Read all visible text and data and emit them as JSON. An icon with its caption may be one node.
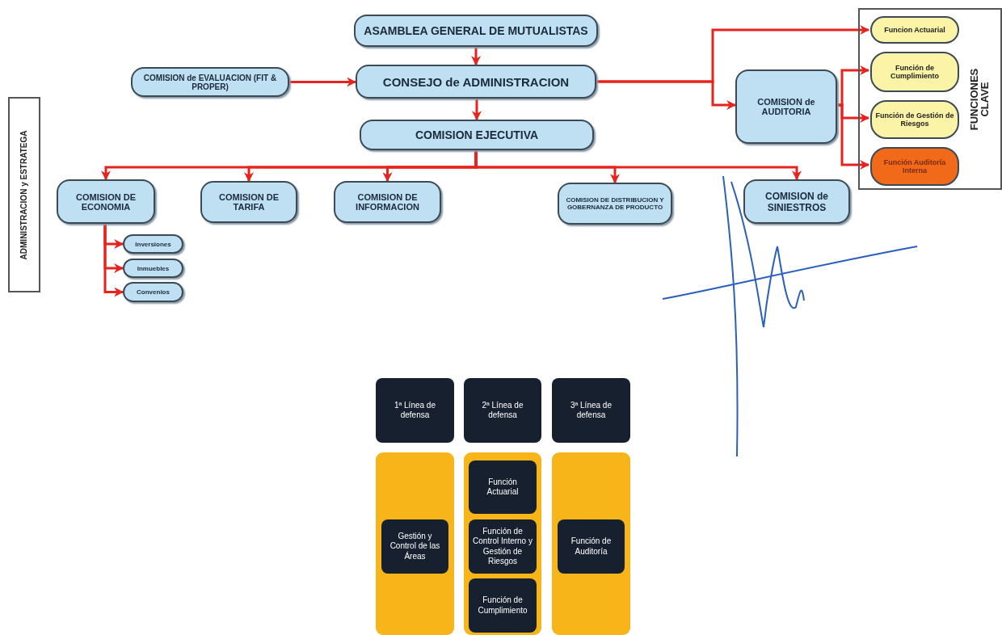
{
  "diagram": {
    "nodes": [
      {
        "text": [
          "ASAMBLEA GENERAL DE MUTUALISTAS"
        ]
      },
      {
        "text": [
          "COMISION de EVALUACION (FIT & PROPER)"
        ]
      },
      {
        "text": [
          "CONSEJO de ADMINISTRACION"
        ]
      },
      {
        "text": [
          "COMISION EJECUTIVA"
        ]
      },
      {
        "text": [
          "FUNCIONES CLAVE"
        ]
      },
      {
        "text": [
          "Funcion Actuarial"
        ],
        "in": 4
      },
      {
        "text": [
          "Función de Cumplimiento"
        ],
        "in": 4
      },
      {
        "text": [
          "Función de Gestión de Riesgos"
        ],
        "in": 4
      },
      {
        "text": [
          "Función Auditoría Interna"
        ],
        "in": 4
      },
      {
        "text": [
          "COMISION de AUDITORIA"
        ]
      },
      {
        "text": [
          "COMISION DE ECONOMIA"
        ]
      },
      {
        "text": [
          "COMISION DE TARIFA"
        ]
      },
      {
        "text": [
          "COMISION DE INFORMACION"
        ]
      },
      {
        "text": [
          "COMISION DE DISTRIBUCION Y GOBERNANZA DE PRODUCTO"
        ]
      },
      {
        "text": [
          "COMISION de SINIESTROS"
        ]
      },
      {
        "text": [
          "Inversiones"
        ]
      },
      {
        "text": [
          "Inmuebles"
        ]
      },
      {
        "text": [
          "Convenios"
        ]
      },
      {
        "text": [
          "ADMINISTRACION y ESTRATEGA"
        ]
      },
      {
        "text": [
          "1ª Línea de defensa"
        ]
      },
      {
        "text": [
          "2ª Línea de defensa"
        ]
      },
      {
        "text": [
          "3ª Línea de defensa"
        ]
      },
      {
        "text": [],
        "shape": "box"
      },
      {
        "text": [
          "Gestión y Control de las Áreas"
        ],
        "in": 22
      },
      {
        "text": [],
        "shape": "box"
      },
      {
        "text": [
          "Función Actuarial"
        ],
        "in": 24
      },
      {
        "text": [
          "Función de Control Interno y Gestión de Riesgos"
        ],
        "in": 24
      },
      {
        "text": [
          "Función de Cumplimiento"
        ],
        "in": 24
      },
      {
        "text": [],
        "shape": "box"
      },
      {
        "text": [
          "Función de Auditoría"
        ],
        "in": 28
      }
    ],
    "edges": [
      {
        "from": 0,
        "to": 2,
        "arrow": "to"
      },
      {
        "from": 1,
        "to": 2,
        "arrow": "to"
      },
      {
        "from": 2,
        "to": 3,
        "arrow": "to"
      },
      {
        "from": 2,
        "to": 5,
        "arrow": "to"
      },
      {
        "from": 2,
        "to": 9,
        "arrow": "to"
      },
      {
        "from": 9,
        "to": 6,
        "arrow": "to"
      },
      {
        "from": 9,
        "to": 7,
        "arrow": "to"
      },
      {
        "from": 9,
        "to": 8,
        "arrow": "to"
      },
      {
        "from": 3,
        "to": 10,
        "arrow": "to"
      },
      {
        "from": 3,
        "to": 11,
        "arrow": "to"
      },
      {
        "from": 3,
        "to": 12,
        "arrow": "to"
      },
      {
        "from": 3,
        "to": 13,
        "arrow": "to"
      },
      {
        "from": 3,
        "to": 14,
        "arrow": "to"
      },
      {
        "from": 10,
        "to": 15,
        "arrow": "to"
      },
      {
        "from": 10,
        "to": 16,
        "arrow": "to"
      },
      {
        "from": 10,
        "to": 17,
        "arrow": "to"
      }
    ]
  }
}
